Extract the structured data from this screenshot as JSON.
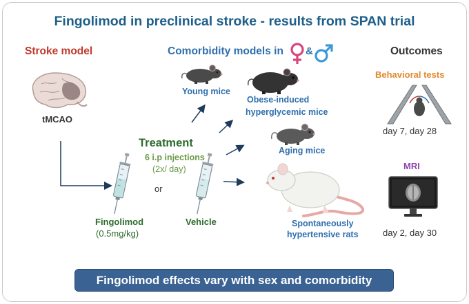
{
  "title": "Fingolimod in preclinical stroke - results from SPAN trial",
  "stroke_model": {
    "heading": "Stroke model",
    "procedure": "tMCAO"
  },
  "comorbidity": {
    "heading": "Comorbidity models in",
    "connector": "&",
    "female_icon": "female-symbol-icon",
    "male_icon": "male-symbol-icon",
    "models": {
      "young": "Young mice",
      "obese_line1": "Obese-induced",
      "obese_line2": "hyperglycemic mice",
      "aging": "Aging mice",
      "shr_line1": "Spontaneously",
      "shr_line2": "hypertensive rats"
    }
  },
  "treatment": {
    "heading": "Treatment",
    "injections": "6 i.p injections",
    "frequency": "(2x/ day)",
    "or": "or",
    "drug": "Fingolimod",
    "dose": "(0.5mg/kg)",
    "control": "Vehicle"
  },
  "outcomes": {
    "heading": "Outcomes",
    "behavioral": "Behavioral tests",
    "behavioral_days": "day 7, day 28",
    "mri": "MRI",
    "mri_days": "day 2, day 30"
  },
  "conclusion": "Fingolimod effects vary with sex and comorbidity",
  "colors": {
    "title": "#1d5f8a",
    "stroke_heading": "#c0392b",
    "model_text": "#2f6fad",
    "treatment": "#2e6b2e",
    "behavioral": "#e0892a",
    "mri": "#8e44ad",
    "banner": "#3a6394",
    "female": "#d6457c",
    "male": "#3a9ad9",
    "arrow": "#1f3b5c"
  }
}
